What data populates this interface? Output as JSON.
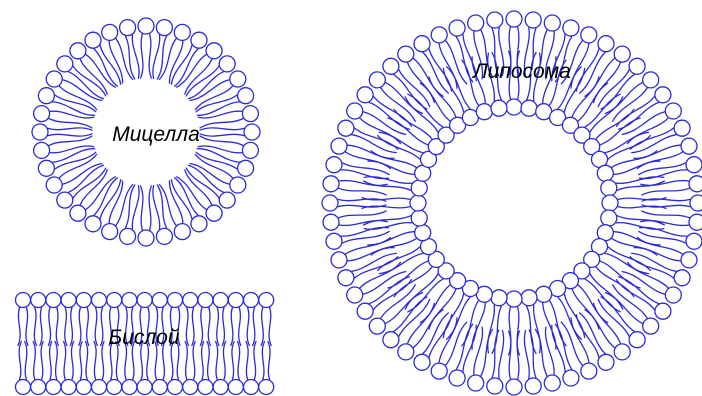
{
  "diagram": {
    "colors": {
      "lipid": "#2b2bd6",
      "background": "#ffffff",
      "label": "#000000"
    },
    "structures": {
      "micelle": {
        "label": "Мицелла",
        "head_count": 36
      },
      "bilayer": {
        "label": "Бислой",
        "heads_per_row": 17
      },
      "liposome": {
        "label": "Липосома",
        "outer_head_count": 60,
        "inner_head_count": 40
      }
    }
  }
}
